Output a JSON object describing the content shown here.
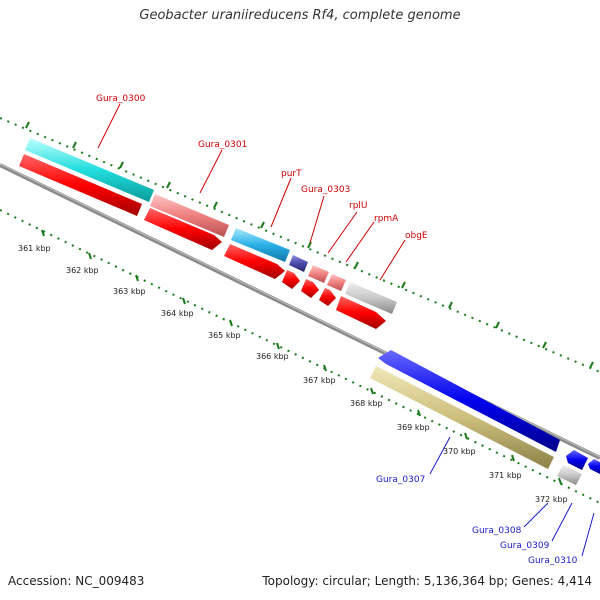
{
  "title": "Geobacter uraniireducens Rf4, complete genome",
  "footer": {
    "accession": "Accession: NC_009483",
    "summary": "Topology: circular; Length: 5,136,364 bp; Genes: 4,414"
  },
  "colors": {
    "cds_forward": "#ff0000",
    "cds_reverse": "#0000ee",
    "label_red": "#cc0000",
    "label_blue": "#1a1acc",
    "tick_green": "#1a7a1a",
    "backbone": "#888888"
  },
  "scale_labels": [
    "361 kbp",
    "362 kbp",
    "363 kbp",
    "364 kbp",
    "365 kbp",
    "366 kbp",
    "367 kbp",
    "368 kbp",
    "369 kbp",
    "370 kbp",
    "371 kbp",
    "372 kbp"
  ],
  "gene_labels_top": [
    "Gura_0300",
    "Gura_0301",
    "purT",
    "Gura_0303",
    "rplU",
    "rpmA",
    "obgE"
  ],
  "gene_labels_bottom": [
    "Gura_0307",
    "Gura_0308",
    "Gura_0309",
    "Gura_0310"
  ]
}
